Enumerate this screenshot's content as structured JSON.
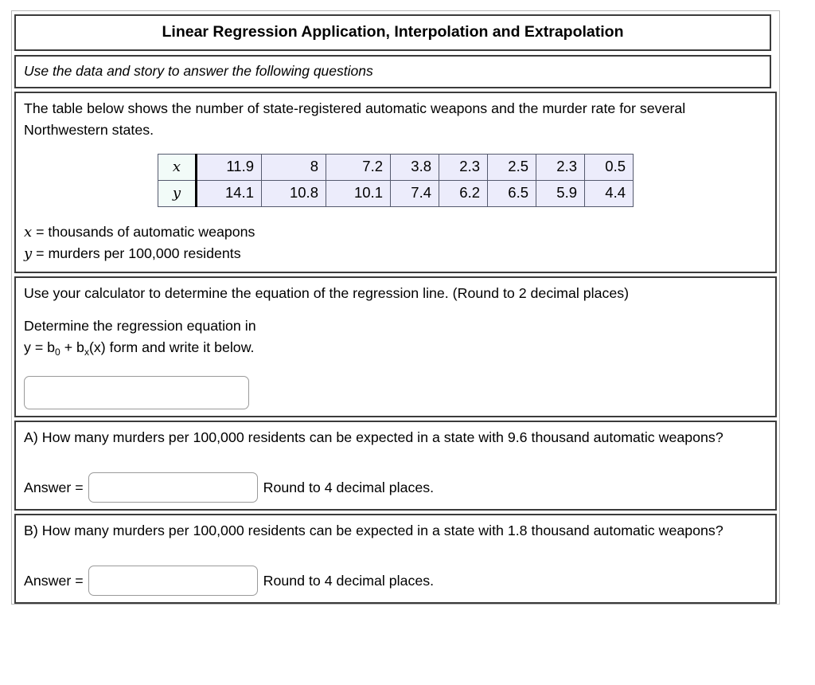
{
  "page": {
    "title": "Linear Regression Application, Interpolation and Extrapolation",
    "instruction": "Use the data and story to answer the following questions"
  },
  "story": {
    "paragraph": "The table below shows the number of state-registered automatic weapons and the murder rate for several Northwestern states.",
    "x_legend_var": "x",
    "x_legend_text": "= thousands of automatic weapons",
    "y_legend_var": "y",
    "y_legend_text": "= murders per 100,000 residents"
  },
  "data_table": {
    "row_labels": [
      "x",
      "y"
    ],
    "x_values": [
      "11.9",
      "8",
      "7.2",
      "3.8",
      "2.3",
      "2.5",
      "2.3",
      "0.5"
    ],
    "y_values": [
      "14.1",
      "10.8",
      "10.1",
      "7.4",
      "6.2",
      "6.5",
      "5.9",
      "4.4"
    ],
    "header_bg": "#f2fbf8",
    "cell_bg": "#ececfb",
    "border_color": "#555a6e"
  },
  "regression_section": {
    "prompt": "Use your calculator to determine the equation of the regression line. (Round to 2 decimal places)",
    "determine_line": "Determine the regression equation in",
    "form_prefix": "y = b",
    "form_sub0": "0",
    "form_mid": " + b",
    "form_subx": "x",
    "form_suffix": "(x) form and write it below.",
    "equation_input_value": "",
    "equation_input_placeholder": ""
  },
  "question_a": {
    "text": "A) How many murders per 100,000 residents can be expected in a state with 9.6 thousand automatic weapons?",
    "answer_label": "Answer =",
    "answer_value": "",
    "answer_placeholder": "",
    "rounding_note": "Round to 4 decimal places."
  },
  "question_b": {
    "text": "B) How many murders per 100,000 residents can be expected in a state with 1.8 thousand automatic weapons?",
    "answer_label": "Answer =",
    "answer_value": "",
    "answer_placeholder": "",
    "rounding_note": "Round to 4 decimal places."
  }
}
